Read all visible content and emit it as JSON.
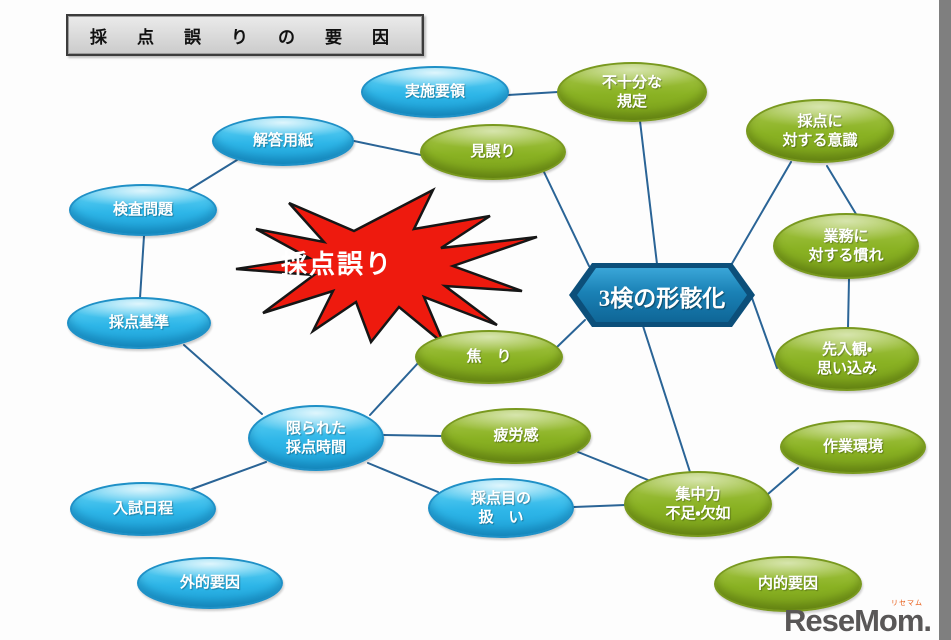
{
  "title": {
    "label": "採点誤りの要因"
  },
  "star": {
    "label": "採点誤り",
    "fill": "#ee1a0e",
    "outline": "#161616"
  },
  "hexagon": {
    "label": "3検の形骸化",
    "fill": "#1b7fb4"
  },
  "colors": {
    "blue_node": "#2eb6e8",
    "green_node": "#8ab223",
    "edge_line": "#2a6496",
    "title_bg": "#d6d6d6"
  },
  "nodes": [
    {
      "id": "jisshi-yoryo",
      "label": "実施要領",
      "type": "blue"
    },
    {
      "id": "fujubun-kitei",
      "label": "不十分な\n規定",
      "type": "green"
    },
    {
      "id": "kaito-yoshi",
      "label": "解答用紙",
      "type": "blue"
    },
    {
      "id": "mi-ayamari",
      "label": "見誤り",
      "type": "green"
    },
    {
      "id": "saiten-ishiki",
      "label": "採点に\n対する意識",
      "type": "green"
    },
    {
      "id": "kensa-mondai",
      "label": "検査問題",
      "type": "blue"
    },
    {
      "id": "gyomu-nare",
      "label": "業務に\n対する慣れ",
      "type": "green"
    },
    {
      "id": "saiten-kijun",
      "label": "採点基準",
      "type": "blue"
    },
    {
      "id": "sennyukan",
      "label": "先入観・\n思い込み",
      "type": "green"
    },
    {
      "id": "aseri",
      "label": "焦　り",
      "type": "green"
    },
    {
      "id": "hirokan",
      "label": "疲労感",
      "type": "green"
    },
    {
      "id": "kagirareta-jikan",
      "label": "限られた\n採点時間",
      "type": "blue"
    },
    {
      "id": "sagyo-kankyo",
      "label": "作業環境",
      "type": "green"
    },
    {
      "id": "saitenme-atsukai",
      "label": "採点目の\n扱　い",
      "type": "blue"
    },
    {
      "id": "shuchuryoku",
      "label": "集中力\n不足・欠如",
      "type": "green"
    },
    {
      "id": "nyushi-nittei",
      "label": "入試日程",
      "type": "blue"
    },
    {
      "id": "gaiteki-yoin",
      "label": "外的要因",
      "type": "blue"
    },
    {
      "id": "naiteki-yoin",
      "label": "内的要因",
      "type": "green"
    }
  ],
  "edges": [
    [
      "検査問題",
      "解答用紙"
    ],
    [
      "解答用紙",
      "見誤り"
    ],
    [
      "検査問題",
      "採点基準"
    ],
    [
      "採点基準",
      "限られた採点時間"
    ],
    [
      "入試日程",
      "限られた採点時間"
    ],
    [
      "限られた採点時間",
      "焦り"
    ],
    [
      "限られた採点時間",
      "疲労感"
    ],
    [
      "限られた採点時間",
      "採点目の扱い"
    ],
    [
      "採点目の扱い",
      "集中力不足・欠如"
    ],
    [
      "疲労感",
      "集中力不足・欠如"
    ],
    [
      "集中力不足・欠如",
      "作業環境"
    ],
    [
      "集中力不足・欠如",
      "3検の形骸化"
    ],
    [
      "焦り",
      "3検の形骸化"
    ],
    [
      "見誤り",
      "3検の形骸化"
    ],
    [
      "不十分な規定",
      "3検の形骸化"
    ],
    [
      "実施要領",
      "不十分な規定"
    ],
    [
      "採点に対する意識",
      "3検の形骸化"
    ],
    [
      "採点に対する意識",
      "業務に対する慣れ"
    ],
    [
      "業務に対する慣れ",
      "先入観・思い込み"
    ],
    [
      "先入観・思い込み",
      "3検の形骸化"
    ]
  ],
  "logo": {
    "main": "ReseMom.",
    "ruby": "リセマム"
  }
}
